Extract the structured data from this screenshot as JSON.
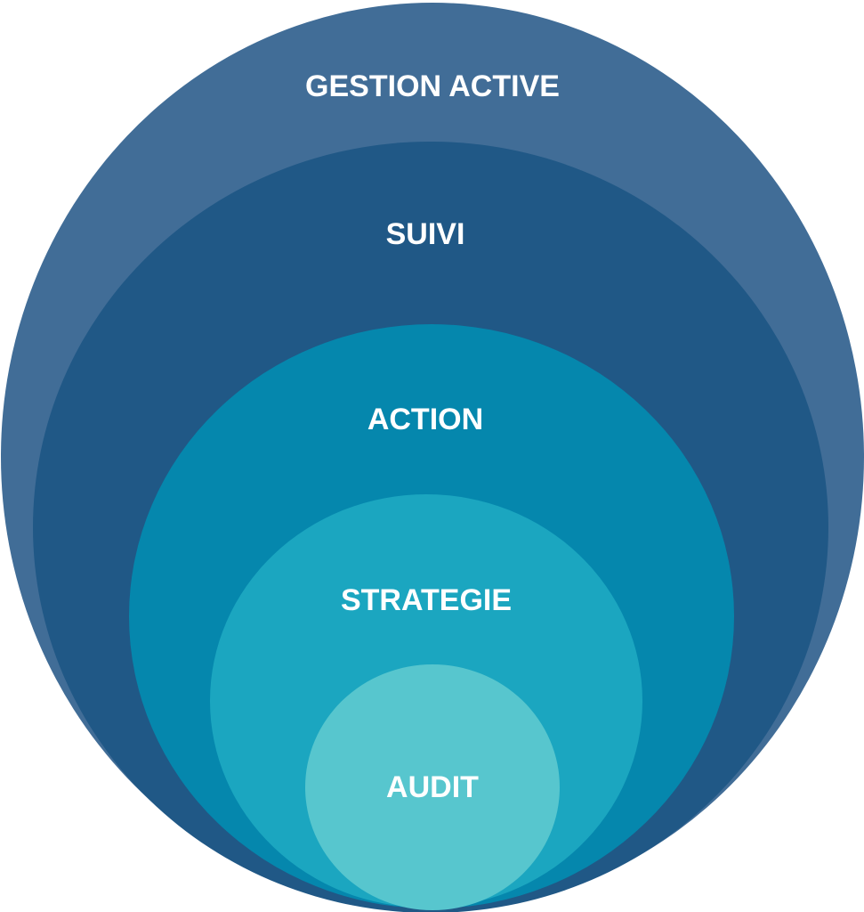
{
  "diagram": {
    "type": "nested-circles",
    "layers": [
      {
        "label": "GESTION ACTIVE",
        "color": "#416d97"
      },
      {
        "label": "SUIVI",
        "color": "#205886"
      },
      {
        "label": "ACTION",
        "color": "#0587ad"
      },
      {
        "label": "STRATEGIE",
        "color": "#1ba6c0"
      },
      {
        "label": "AUDIT",
        "color": "#57c6ce"
      }
    ]
  }
}
